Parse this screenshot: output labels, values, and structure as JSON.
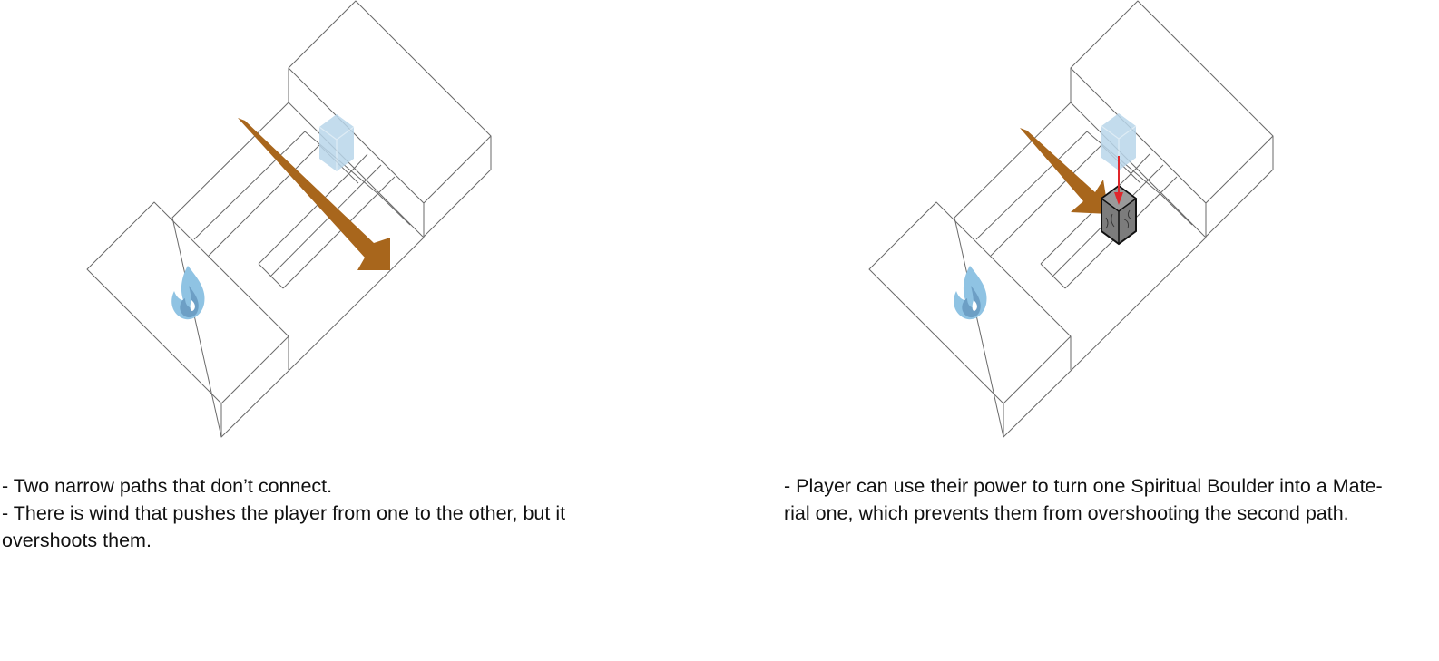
{
  "panels": [
    {
      "id": "before",
      "caption_lines": [
        "- Two narrow paths that don’t connect.",
        "- There is wind that pushes the player from one to the other, but it",
        "overshoots them."
      ]
    },
    {
      "id": "after",
      "caption_lines": [
        "- Player can use their power to turn one Spiritual Boulder into a Mate-",
        "rial one, which prevents them from overshooting the second path."
      ]
    }
  ],
  "colors": {
    "wind_arrow": "#a8661c",
    "spirit_boulder": "#b9d6ea",
    "material_boulder": "#7c7c7c",
    "flame_light": "#8fc3e3",
    "flame_dark": "#6d9fc5",
    "transform_arrow": "#e0262b"
  },
  "icons": [
    "flame-icon",
    "spirit-boulder-icon",
    "wind-arrow-icon",
    "material-boulder-icon",
    "transform-arrow-icon"
  ]
}
